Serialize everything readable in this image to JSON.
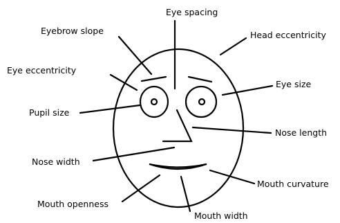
{
  "labels": {
    "eye_spacing": "Eye spacing",
    "eyebrow_slope": "Eyebrow slope",
    "head_eccentricity": "Head eccentricity",
    "eye_eccentricity": "Eye eccentricity",
    "eye_size": "Eye size",
    "pupil_size": "Pupil size",
    "nose_length": "Nose length",
    "nose_width": "Nose width",
    "mouth_curvature": "Mouth curvature",
    "mouth_openness": "Mouth openness",
    "mouth_width": "Mouth width"
  }
}
